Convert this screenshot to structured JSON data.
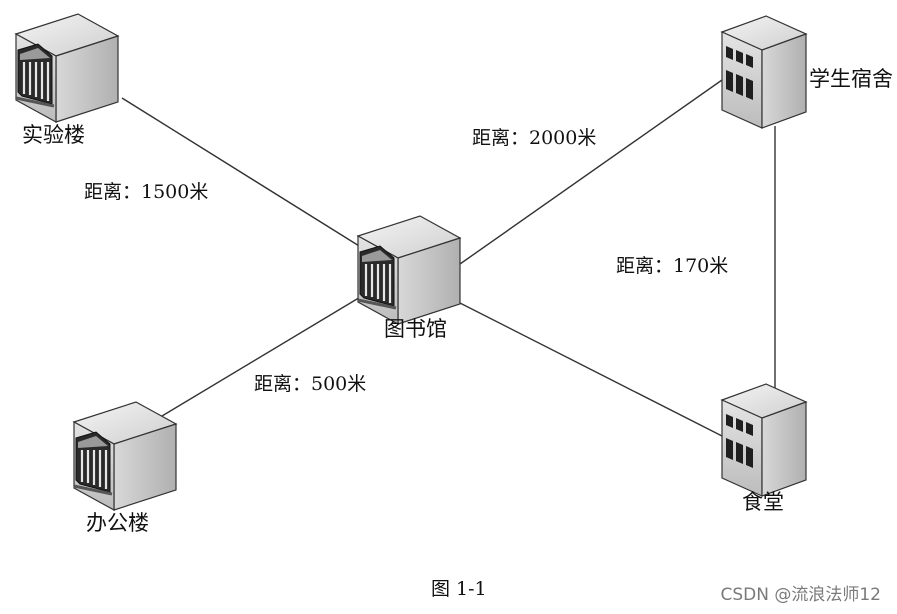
{
  "nodes": {
    "lab": "实验楼",
    "office": "办公楼",
    "library": "图书馆",
    "dorm": "学生宿舍",
    "canteen": "食堂"
  },
  "edges": {
    "lab_library": "距离：1500米",
    "office_library": "距离：500米",
    "library_dorm": "距离：2000米",
    "dorm_canteen": "距离：170米"
  },
  "caption": "图 1-1",
  "watermark": "CSDN @流浪法师12"
}
